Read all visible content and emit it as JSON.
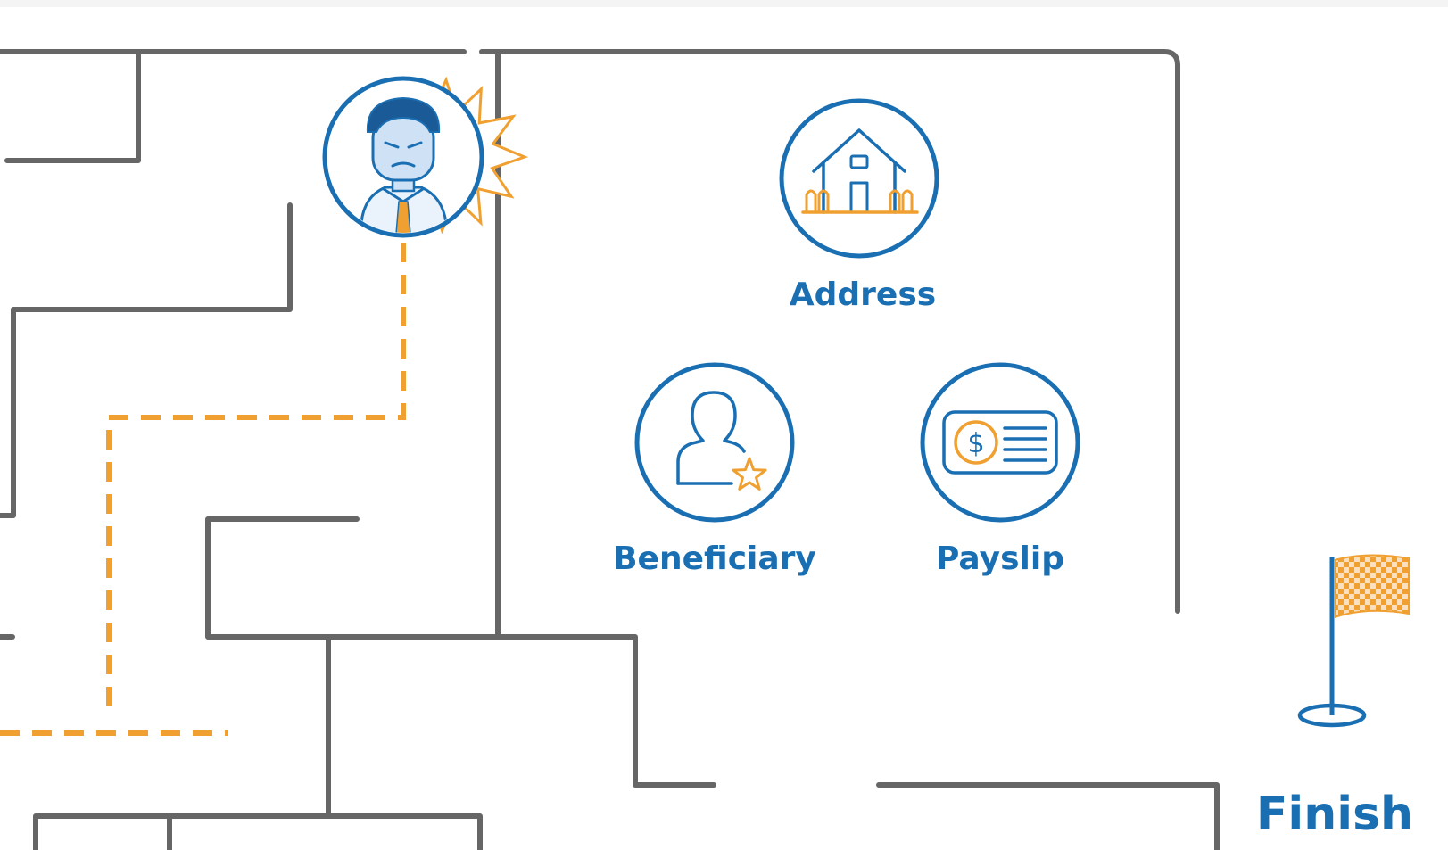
{
  "colors": {
    "wall": "#666666",
    "primary": "#1a6fb3",
    "accent": "#f0a030",
    "face": "#cfe1f5",
    "hair": "#1a5a96",
    "flag_light": "#fbe0c0"
  },
  "items": {
    "address": {
      "label": "Address",
      "icon": "house-icon"
    },
    "beneficiary": {
      "label": "Beneficiary",
      "icon": "person-star-icon"
    },
    "payslip": {
      "label": "Payslip",
      "icon": "payslip-card-icon"
    }
  },
  "finish": {
    "label": "Finish",
    "icon": "checkered-flag-icon"
  },
  "avatar": {
    "icon": "frustrated-man-icon"
  }
}
